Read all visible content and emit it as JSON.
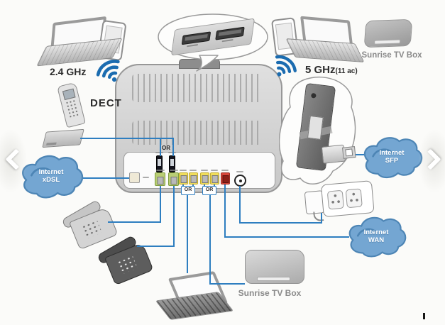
{
  "diagram": {
    "wireless": {
      "freq_24": "2.4 GHz",
      "dect": "DECT",
      "freq_5": "5 GHz",
      "freq_5_note": "(11 ac)"
    },
    "device_labels": {
      "tv_box_top": "Sunrise TV Box",
      "tv_box_bottom": "Sunrise TV Box"
    },
    "clouds": {
      "xdsl": {
        "line1": "Internet",
        "line2": "xDSL"
      },
      "sfp": {
        "line1": "Internet",
        "line2": "SFP"
      },
      "wan": {
        "line1": "Internet",
        "line2": "WAN"
      }
    },
    "or_labels": {
      "usb": "OR",
      "lan_left": "OR",
      "lan_right": "OR"
    },
    "colors": {
      "cable_blue": "#2e7ec0",
      "cloud_blue": "#74a6d2",
      "wifi_blue": "#1b6cb0",
      "tel_green": "#b9cd74",
      "eth_yellow": "#f0dd5a",
      "wan_red": "#d6453a",
      "router_gray": "#cfcfcf"
    },
    "icons": {
      "nav_prev": "chevron-left-icon",
      "nav_next": "chevron-right-icon"
    }
  }
}
